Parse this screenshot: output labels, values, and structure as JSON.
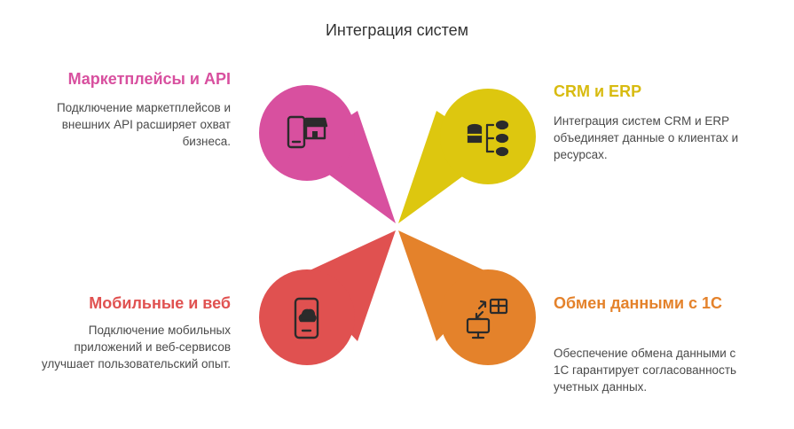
{
  "title": "Интеграция систем",
  "colors": {
    "pink": "#d8509f",
    "yellow": "#ddc70f",
    "red": "#e05150",
    "orange": "#e4822b"
  },
  "items": [
    {
      "heading": "Маркетплейсы и API",
      "description": "Подключение маркетплейсов и внешних API расширяет охват бизнеса.",
      "icon": "phone-shop-icon"
    },
    {
      "heading": "CRM и ERP",
      "description": "Интеграция систем CRM и ERP объединяет данные о клиентах и ресурсах.",
      "icon": "database-hierarchy-icon"
    },
    {
      "heading": "Мобильные и веб",
      "description": "Подключение мобильных приложений и веб-сервисов улучшает пользовательский опыт.",
      "icon": "mobile-cloud-icon"
    },
    {
      "heading": "Обмен данными с 1С",
      "description": "Обеспечение обмена данными с 1С гарантирует согласованность учетных данных.",
      "icon": "data-exchange-icon"
    }
  ]
}
